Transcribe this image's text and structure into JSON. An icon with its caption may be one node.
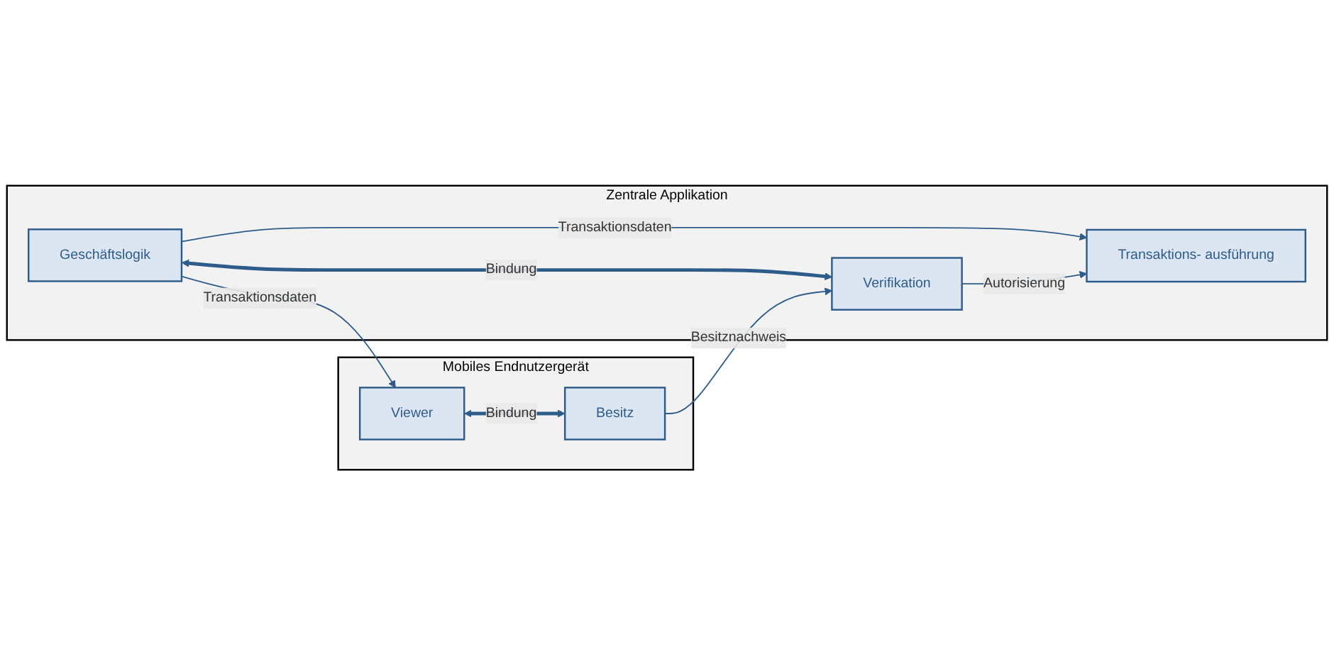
{
  "diagram": {
    "nodes": [
      {
        "text": [
          "Zentrale Applikation"
        ]
      },
      {
        "text": [
          "Geschäftslogik"
        ],
        "in": 0
      },
      {
        "text": [
          "Transaktions- ausführung"
        ],
        "in": 0
      },
      {
        "text": [
          "Verifikation"
        ],
        "in": 0
      },
      {
        "text": [
          "Mobiles Endnutzergerät"
        ]
      },
      {
        "text": [
          "Viewer"
        ],
        "in": 4
      },
      {
        "text": [
          "Besitz"
        ],
        "in": 4
      }
    ],
    "edges": [
      {
        "from": 1,
        "to": 2,
        "arrow": "to",
        "label": "Transaktionsdaten"
      },
      {
        "from": 1,
        "to": 5,
        "arrow": "to",
        "label": "Transaktionsdaten"
      },
      {
        "from": 1,
        "to": 3,
        "arrow": "both",
        "label": "Bindung",
        "style": "thick"
      },
      {
        "from": 5,
        "to": 6,
        "arrow": "both",
        "label": "Bindung",
        "style": "thick"
      },
      {
        "from": 3,
        "to": 2,
        "arrow": "to",
        "label": "Autorisierung"
      },
      {
        "from": 6,
        "to": 3,
        "arrow": "to",
        "label": "Besitznachweis"
      }
    ]
  }
}
